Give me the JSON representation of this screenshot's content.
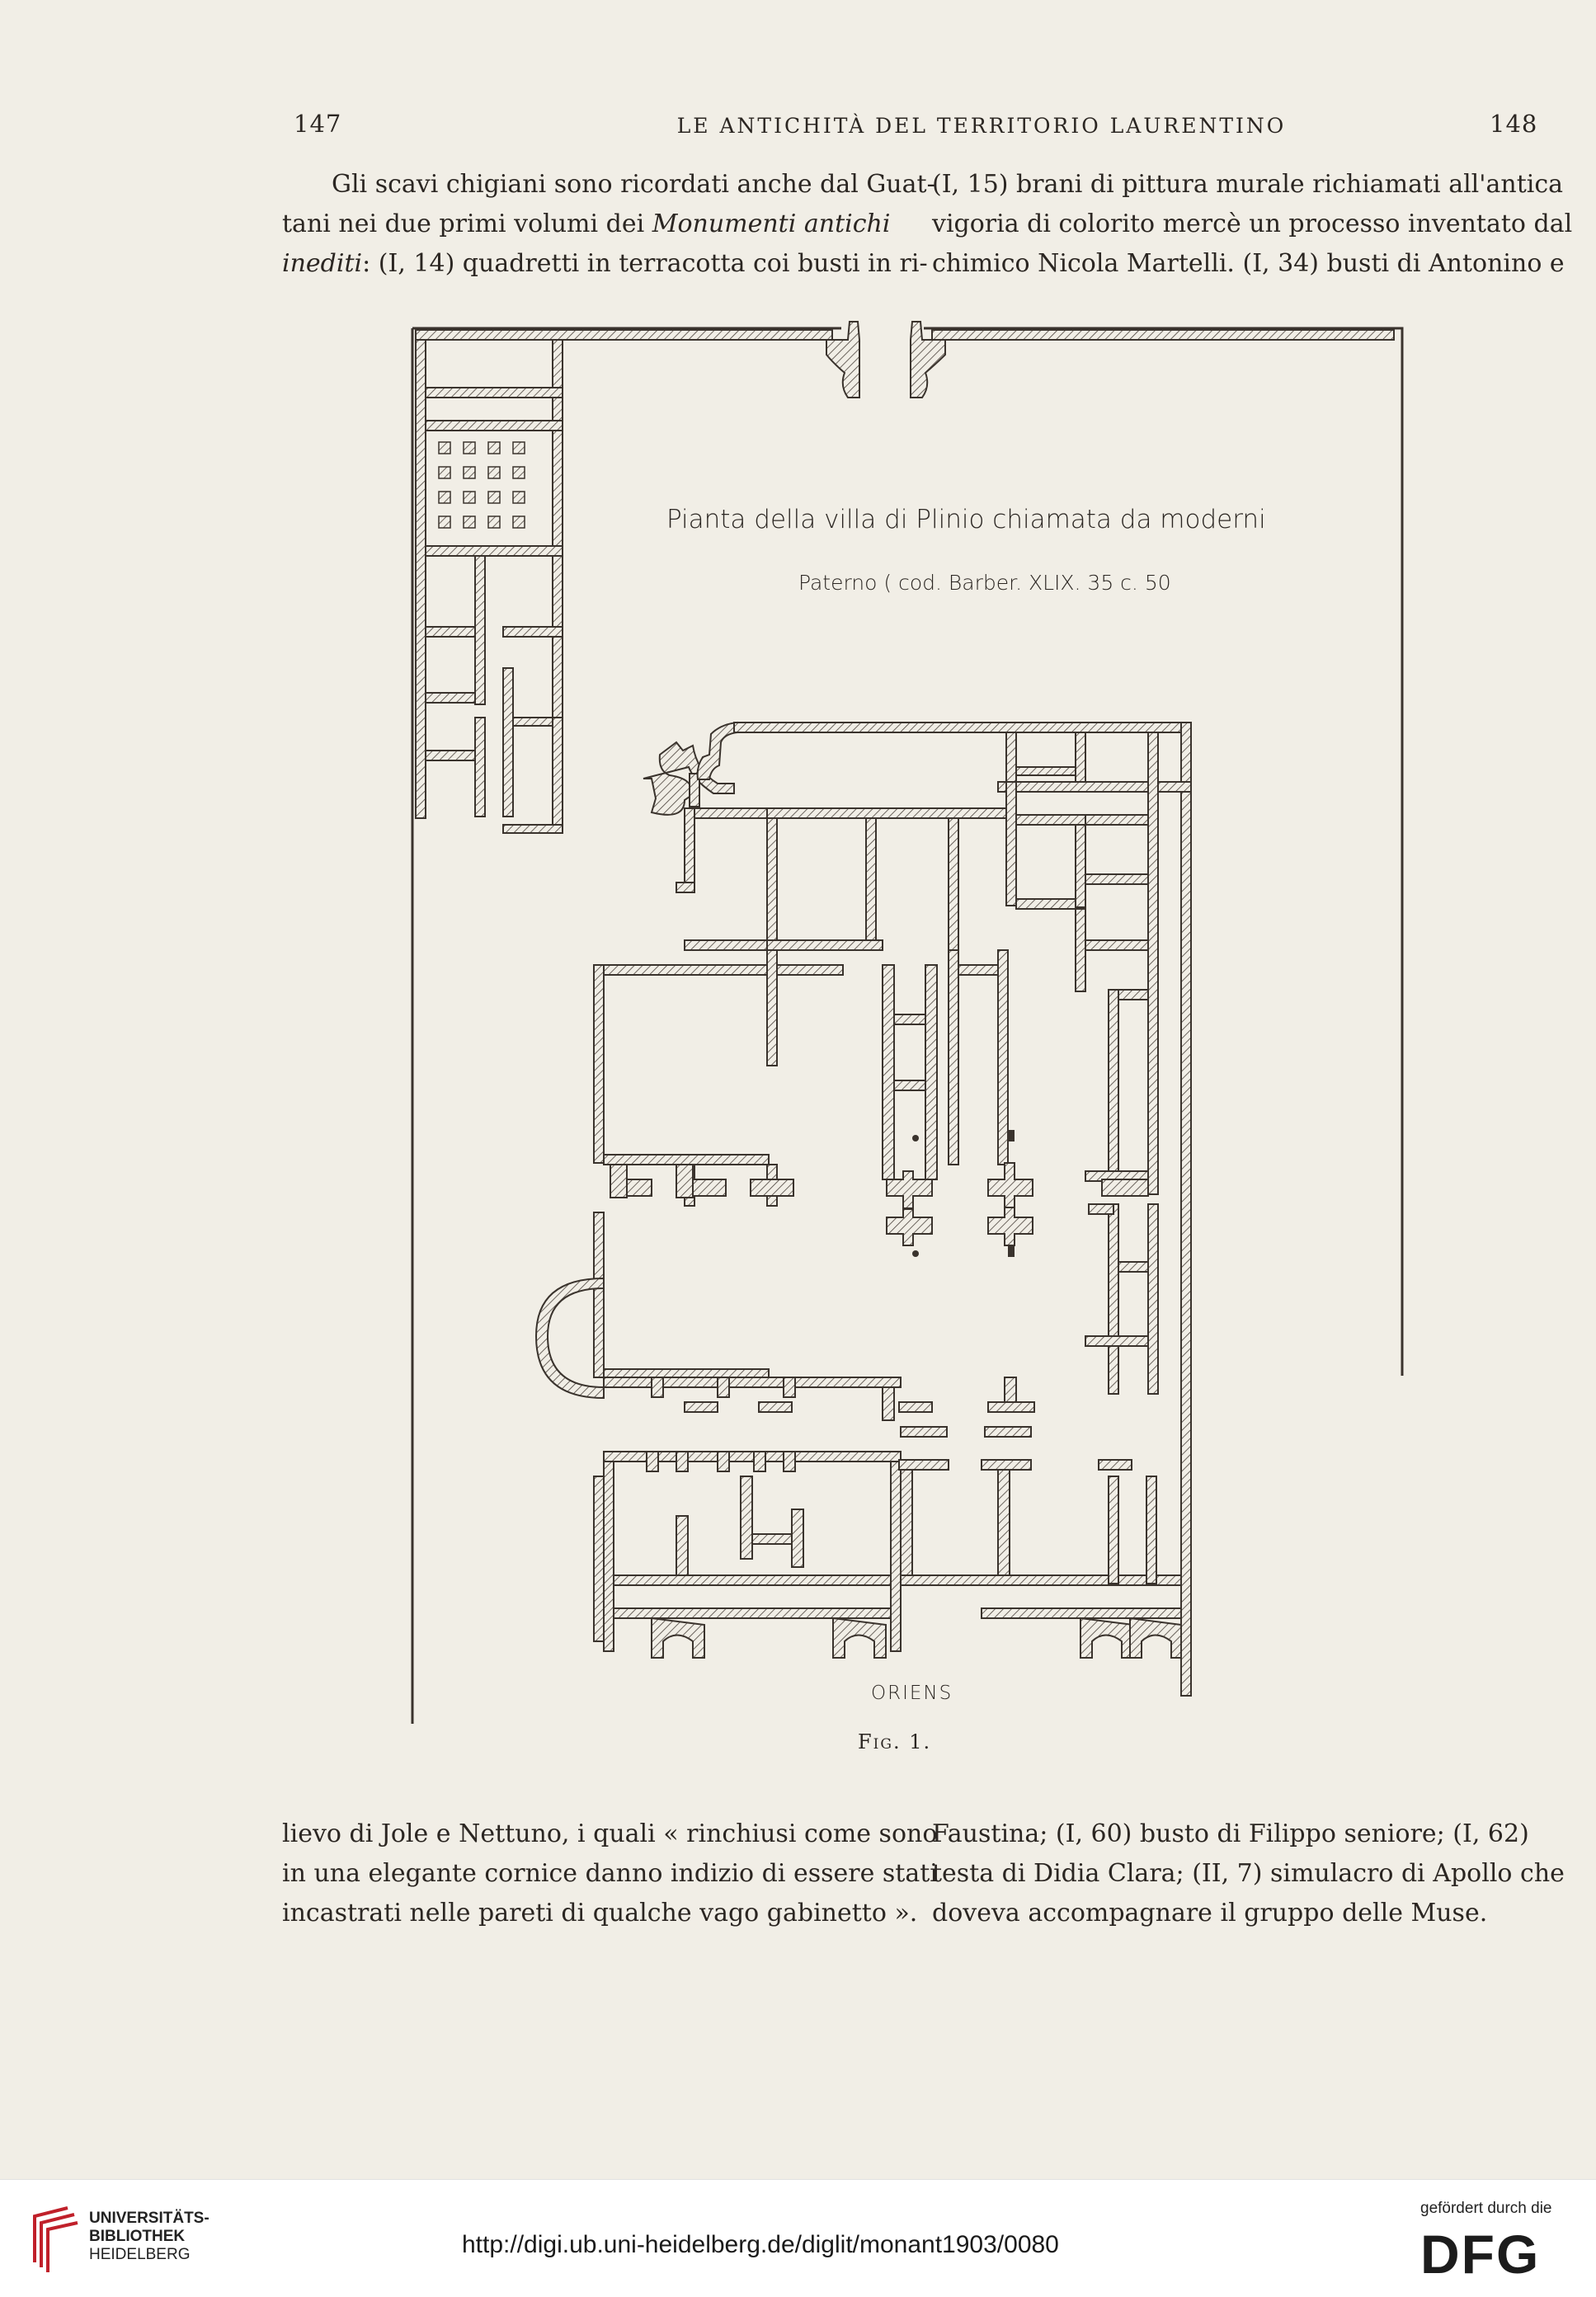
{
  "header": {
    "page_left": "147",
    "running_title": "LE ANTICHITÀ DEL TERRITORIO LAURENTINO",
    "page_right": "148"
  },
  "top_left": {
    "l1": "Gli scavi chigiani sono ricordati anche dal Guat-",
    "l2a": "tani nei due primi volumi dei ",
    "l2b": "Monumenti antichi",
    "l3a": "inediti",
    "l3b": ": (I, 14) quadretti in terracotta coi busti in ri-"
  },
  "top_right": {
    "l1": "(I, 15) brani di pittura murale richiamati all'antica",
    "l2": "vigoria di colorito mercè un processo inventato dal",
    "l3": "chimico Nicola Martelli. (I, 34) busti di Antonino e"
  },
  "figure": {
    "inscription_1": "Pianta della villa di Plinio chiamata da moderni",
    "inscription_2": "Paterno  ( cod. Barber. XLIX. 35 c. 50",
    "orientation": "ORIENS",
    "caption": "Fig. 1."
  },
  "bottom_left": {
    "l1": "lievo di Jole e Nettuno, i quali « rinchiusi come sono",
    "l2": "in una elegante cornice danno indizio di essere stati",
    "l3": "incastrati nelle pareti di qualche  vago gabinetto ».",
    "l4": ""
  },
  "bottom_right": {
    "l1": "Faustina; (I, 60) busto di Filippo seniore; (I, 62)",
    "l2": "testa di Didia Clara; (II, 7) simulacro di Apollo che",
    "l3": "doveva accompagnare il gruppo delle Muse."
  },
  "footer": {
    "library_line1": "UNIVERSITÄTS-",
    "library_line2": "BIBLIOTHEK",
    "library_line3": "HEIDELBERG",
    "url": "http://digi.ub.uni-heidelberg.de/diglit/monant1903/0080",
    "funding_label": "gefördert durch die",
    "funding_logo": "DFG"
  },
  "colors": {
    "paper": "#f1eee6",
    "ink": "#2b2622",
    "hatch": "#4a423b",
    "ub_red": "#c0202a"
  }
}
